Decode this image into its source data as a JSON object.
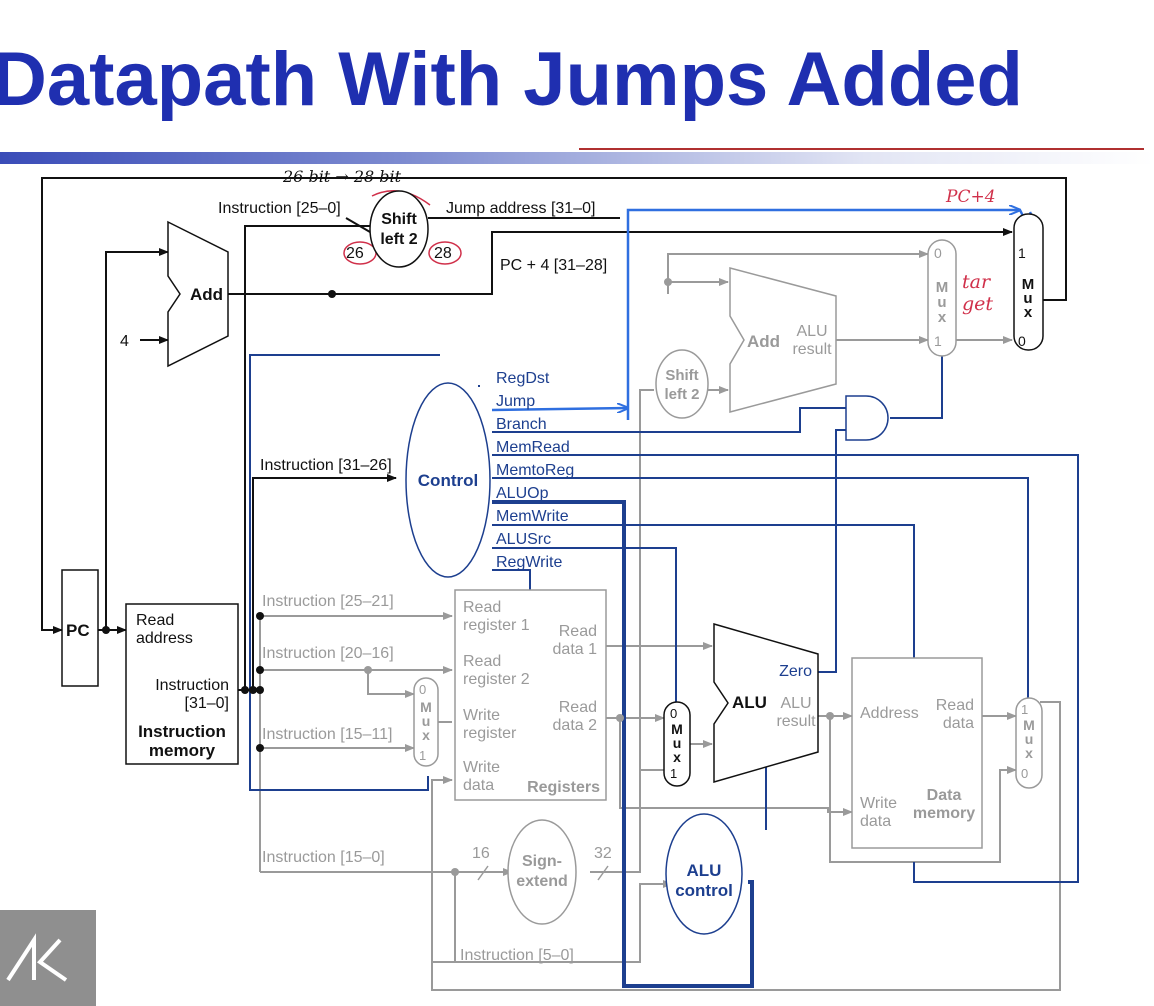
{
  "slide": {
    "title": "Datapath With Jumps Added",
    "colors": {
      "title": "#1f2fb0",
      "control": "#1d3f8f",
      "highlight": "#2f6fe0",
      "annotation": "#d0304a",
      "inactive": "#9a9a9a"
    }
  },
  "annotations": {
    "bits_note": "26 bit → 28 bit",
    "pc4_note": "PC+4",
    "target_line1": "tar",
    "target_line2": "get"
  },
  "labels": {
    "pc": "PC",
    "add_top": "Add",
    "four": "4",
    "read_address_1": "Read",
    "read_address_2": "address",
    "instruction_1": "Instruction",
    "instruction_2": "[31–0]",
    "instruction_memory_1": "Instruction",
    "instruction_memory_2": "memory",
    "instr_25_0": "Instruction [25–0]",
    "shift_left_2_top_1": "Shift",
    "shift_left_2_top_2": "left 2",
    "bits_26": "26",
    "bits_28": "28",
    "jump_address": "Jump address [31–0]",
    "pc4_31_28": "PC + 4 [31–28]",
    "instr_31_26": "Instruction [31–26]",
    "control": "Control",
    "control_signals": [
      "RegDst",
      "Jump",
      "Branch",
      "MemRead",
      "MemtoReg",
      "ALUOp",
      "MemWrite",
      "ALUSrc",
      "RegWrite"
    ],
    "shift_left_2_mid_1": "Shift",
    "shift_left_2_mid_2": "left 2",
    "add_alu": "Add",
    "alu_result_1": "ALU",
    "alu_result_2": "result",
    "instr_25_21": "Instruction [25–21]",
    "instr_20_16": "Instruction [20–16]",
    "instr_15_11": "Instruction [15–11]",
    "instr_15_0": "Instruction [15–0]",
    "instr_5_0": "Instruction [5–0]",
    "read_register_1a": "Read",
    "read_register_1b": "register 1",
    "read_register_2a": "Read",
    "read_register_2b": "register 2",
    "write_register_a": "Write",
    "write_register_b": "register",
    "write_data_a": "Write",
    "write_data_b": "data",
    "read_data_1a": "Read",
    "read_data_1b": "data 1",
    "read_data_2a": "Read",
    "read_data_2b": "data 2",
    "registers": "Registers",
    "sign_extend_1": "Sign-",
    "sign_extend_2": "extend",
    "bits_16": "16",
    "bits_32": "32",
    "alu": "ALU",
    "zero": "Zero",
    "alu_main_result_1": "ALU",
    "alu_main_result_2": "result",
    "alu_control_1": "ALU",
    "alu_control_2": "control",
    "address": "Address",
    "dm_read_data_1": "Read",
    "dm_read_data_2": "data",
    "dm_write_data_1": "Write",
    "dm_write_data_2": "data",
    "data_memory_1": "Data",
    "data_memory_2": "memory",
    "mux_m": "M",
    "mux_u": "u",
    "mux_x": "x",
    "zero_in": "0",
    "one_in": "1"
  }
}
